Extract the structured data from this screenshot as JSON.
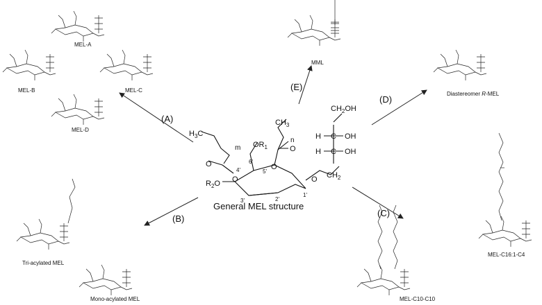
{
  "center": {
    "title": "General MEL structure",
    "atoms": {
      "ch3_top": "CH",
      "ch3_top_sub": "3",
      "h3c": "H",
      "h3c_sub": "3",
      "h3c_c": "C",
      "m": "m",
      "n": "n",
      "or1": "OR",
      "or1_sub": "1",
      "r2o": "R",
      "r2o_sub": "2",
      "r2o_o": "O",
      "o_ketone_left": "O",
      "o_ester": "O",
      "o_ring": "O",
      "o_ring2": "O",
      "o_gly": "O",
      "ch2oh": "CH",
      "ch2oh_sub": "2",
      "ch2oh_oh": "OH",
      "h1": "H",
      "c1": "C",
      "oh1": "OH",
      "h2": "H",
      "c2": "C",
      "oh2": "OH",
      "ch2_bottom": "CH",
      "ch2_bottom_sub": "2",
      "pos_4p": "4'",
      "pos_5p": "5'",
      "pos_6p": "6'",
      "pos_3p": "3'",
      "pos_2p": "2'",
      "pos_1p": "1'"
    }
  },
  "arrows": {
    "a": "(A)",
    "b": "(B)",
    "c": "(C)",
    "d": "(D)",
    "e": "(E)"
  },
  "products": {
    "mel_a": "MEL-A",
    "mel_b": "MEL-B",
    "mel_c": "MEL-C",
    "mel_d": "MEL-D",
    "mml": "MML",
    "diastereomer_prefix": "Diastereomer ",
    "diastereomer_r": "R",
    "diastereomer_suffix": "-MEL",
    "tri_acylated": "Tri-acylated MEL",
    "mono_acylated": "Mono-acylated MEL",
    "mel_c10": "MEL-C10-C10",
    "mel_c16": "MEL-C16:1-C4"
  }
}
